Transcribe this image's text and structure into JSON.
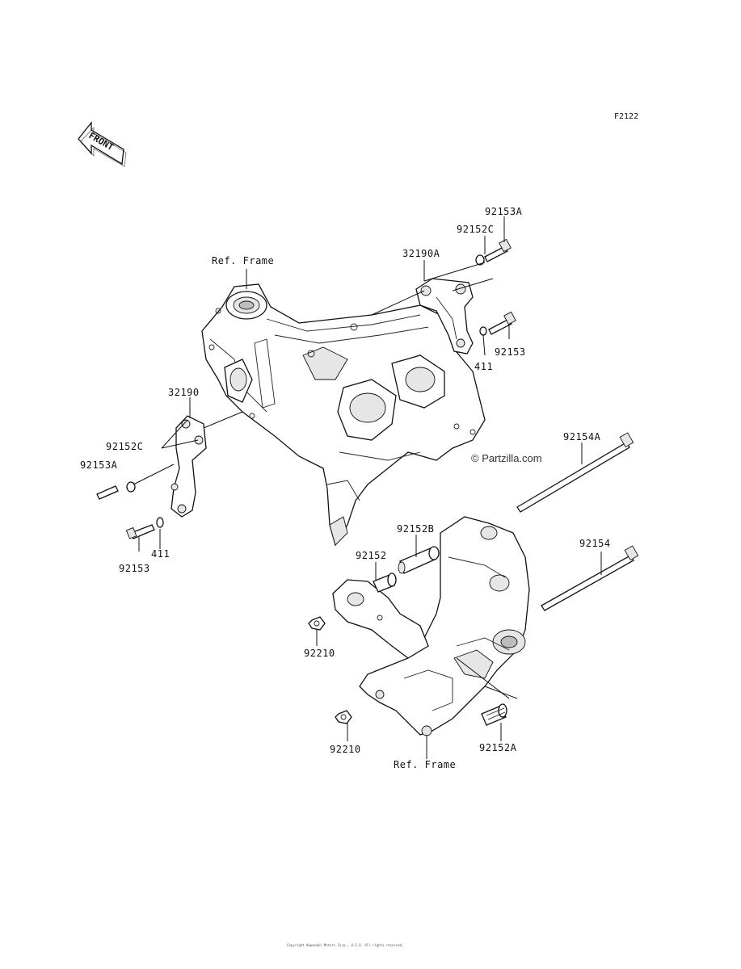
{
  "figure_code": "F2122",
  "front_arrow_text": "FRONT",
  "watermark": "© Partzilla.com",
  "labels": {
    "ref_frame_top": "Ref. Frame",
    "ref_frame_bottom": "Ref. Frame",
    "p32190A": "32190A",
    "p92153A_right": "92153A",
    "p92152C_right": "92152C",
    "p92153_right": "92153",
    "p411_right": "411",
    "p32190": "32190",
    "p92152C_left": "92152C",
    "p92153A_left": "92153A",
    "p92153_left": "92153",
    "p411_left": "411",
    "p92154A": "92154A",
    "p92154": "92154",
    "p92152B": "92152B",
    "p92152": "92152",
    "p92210_upper": "92210",
    "p92210_lower": "92210",
    "p92152A": "92152A"
  },
  "footer_text": "Copyright Kawasaki Motors Corp., U.S.A. All rights reserved."
}
